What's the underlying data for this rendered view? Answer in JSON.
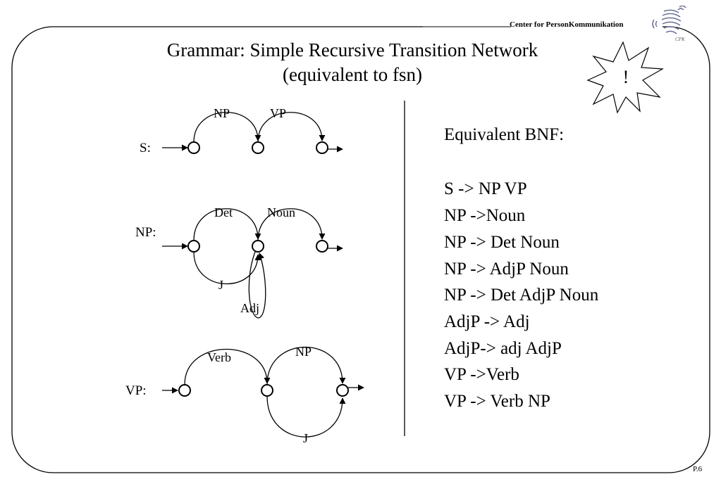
{
  "header": {
    "institution": "Center for PersonKommunikation",
    "logo_text": "CPK"
  },
  "slide": {
    "title_line1": "Grammar: Simple Recursive Transition Network",
    "title_line2": "(equivalent to fsn)",
    "callout": "!",
    "page_number": "P.6"
  },
  "networks": {
    "s": {
      "label": "S:",
      "arcs": [
        "NP",
        "VP"
      ]
    },
    "np": {
      "label": "NP:",
      "arcs": [
        "Det",
        "Noun"
      ],
      "jump_label": "J",
      "loop_label": "Adj"
    },
    "vp": {
      "label": "VP:",
      "arcs": [
        "Verb",
        "NP"
      ],
      "jump_label": "J"
    }
  },
  "bnf": {
    "heading": "Equivalent BNF:",
    "rules": [
      "S -> NP VP",
      "NP ->Noun",
      "NP -> Det Noun",
      "NP -> AdjP Noun",
      "NP -> Det AdjP Noun",
      "AdjP -> Adj",
      "AdjP-> adj AdjP",
      "VP ->Verb",
      "VP -> Verb NP"
    ]
  }
}
